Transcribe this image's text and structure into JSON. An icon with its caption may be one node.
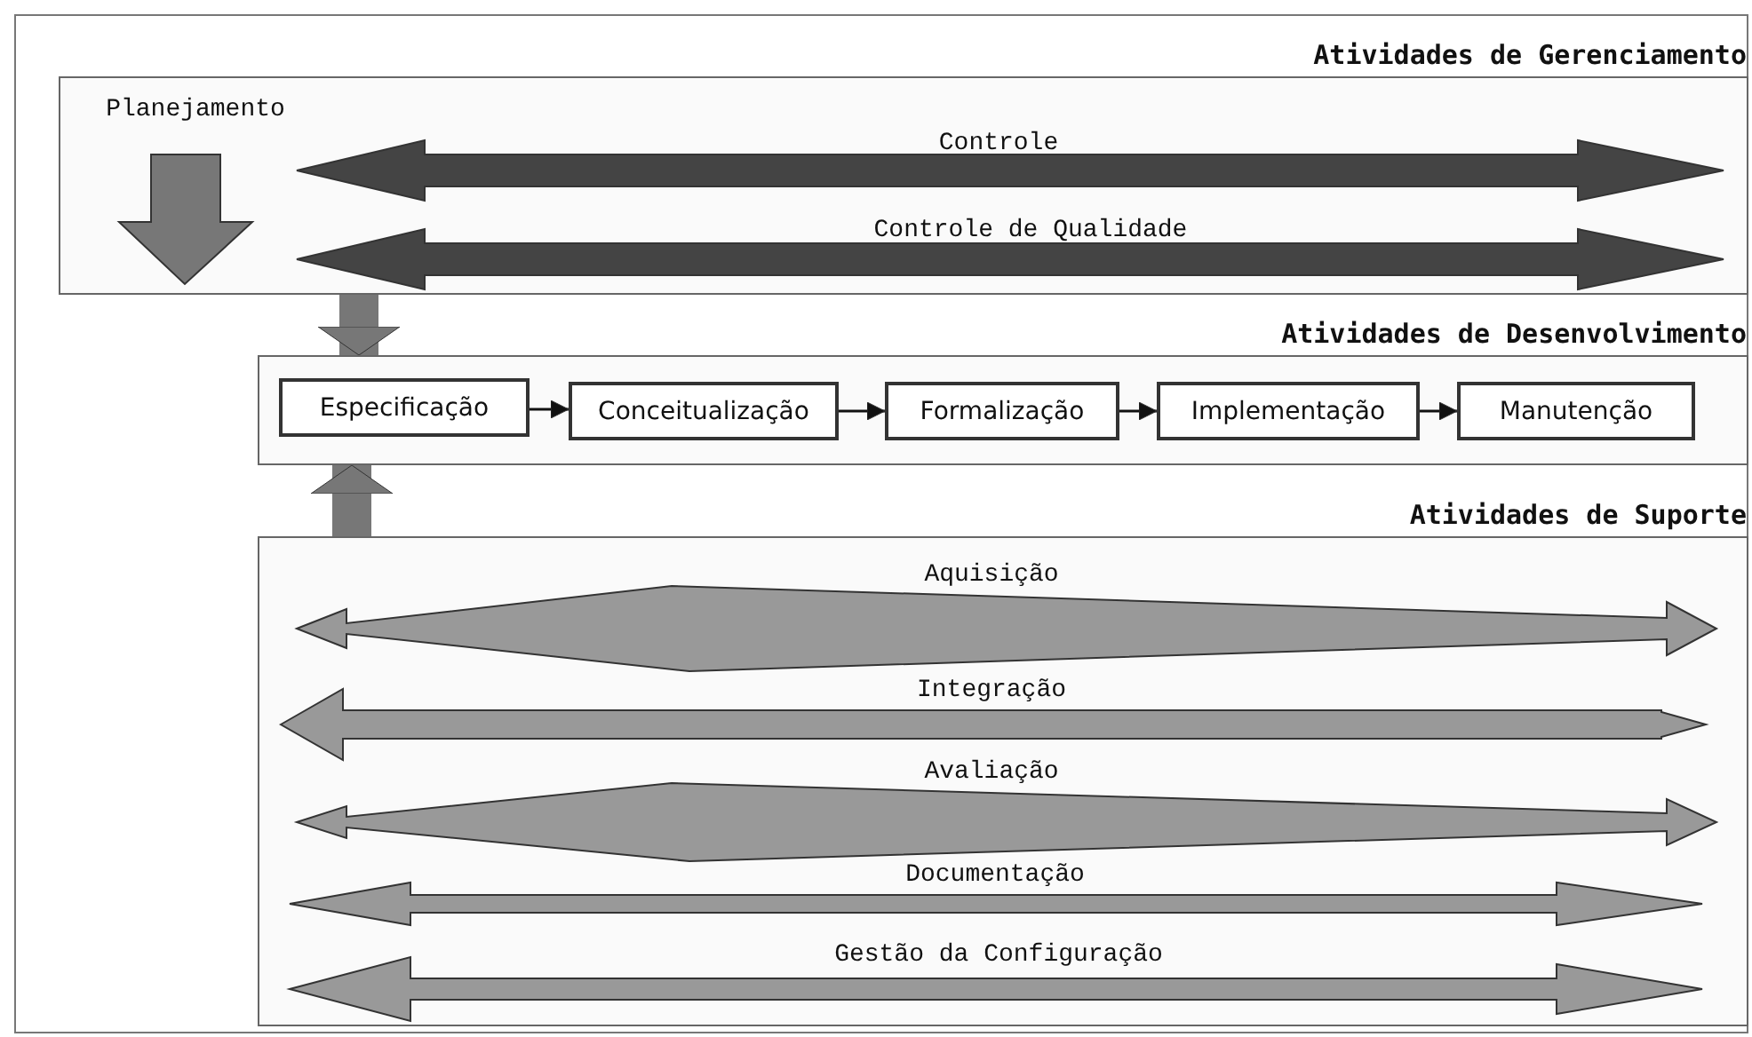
{
  "diagram": {
    "nodes": [
      {
        "text": [
          "Atividades de Gerenciamento"
        ]
      },
      {
        "text": [
          "Atividades de Desenvolvimento"
        ]
      },
      {
        "text": [
          "Especificação"
        ],
        "in": 1
      },
      {
        "text": [
          "Conceitualização"
        ],
        "in": 1
      },
      {
        "text": [
          "Formalização"
        ],
        "in": 1
      },
      {
        "text": [
          "Implementação"
        ],
        "in": 1
      },
      {
        "text": [
          "Manutenção"
        ],
        "in": 1
      },
      {
        "text": [
          "Atividades de Suporte"
        ]
      }
    ],
    "edges": [
      {
        "from": 0,
        "to": 1,
        "arrow": "to",
        "style": "thick",
        "color": "#777777"
      },
      {
        "from": 2,
        "to": 3,
        "arrow": "to"
      },
      {
        "from": 3,
        "to": 4,
        "arrow": "to"
      },
      {
        "from": 4,
        "to": 5,
        "arrow": "to"
      },
      {
        "from": 5,
        "to": 6,
        "arrow": "to"
      },
      {
        "from": 7,
        "to": 1,
        "arrow": "to",
        "style": "thick",
        "color": "#777777"
      }
    ],
    "labels": [
      "Planejamento",
      "Controle",
      "Controle de Qualidade",
      "Aquisição",
      "Integração",
      "Avaliação",
      "Documentação",
      "Gestão da Configuração"
    ]
  }
}
